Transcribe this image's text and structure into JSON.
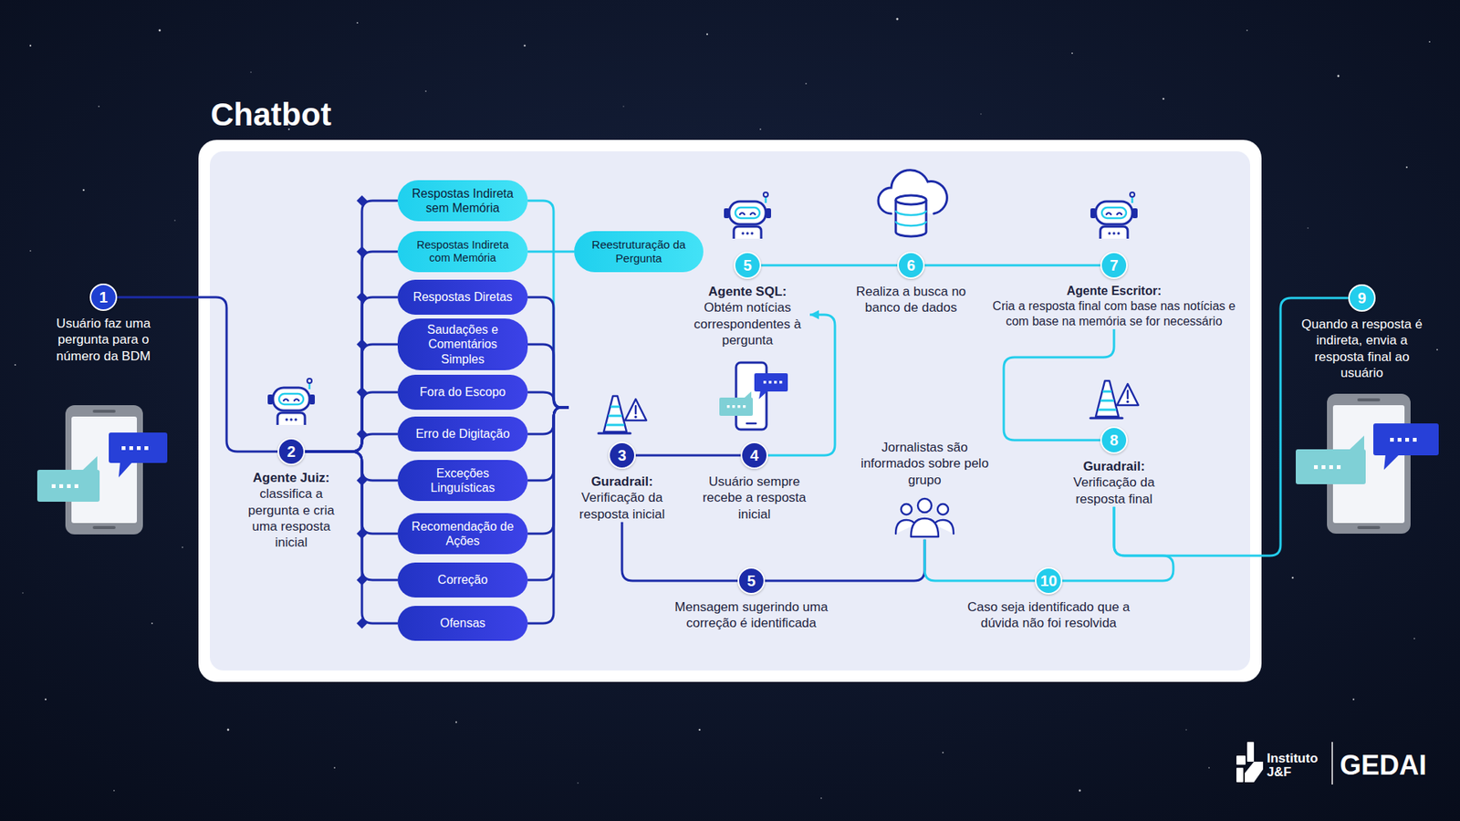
{
  "diagram": {
    "title": "Chatbot",
    "nodes": [
      {
        "text": [
          "1",
          "Usuário faz uma pergunta para o número da BDM"
        ]
      },
      {
        "text": [
          "2",
          "Agente Juiz:",
          "classifica a pergunta e cria uma resposta inicial"
        ]
      },
      {
        "text": [
          "Respostas Indireta sem Memória"
        ]
      },
      {
        "text": [
          "Respostas Indireta com Memória"
        ]
      },
      {
        "text": [
          "Reestruturação da Pergunta"
        ]
      },
      {
        "text": [
          "Respostas Diretas"
        ]
      },
      {
        "text": [
          "Saudações e Comentários Simples"
        ]
      },
      {
        "text": [
          "Fora do Escopo"
        ]
      },
      {
        "text": [
          "Erro de Digitação"
        ]
      },
      {
        "text": [
          "Exceções Linguísticas"
        ]
      },
      {
        "text": [
          "Recomendação de Ações"
        ]
      },
      {
        "text": [
          "Correção"
        ]
      },
      {
        "text": [
          "Ofensas"
        ]
      },
      {
        "text": [
          "3",
          "Guradrail:",
          "Verificação da resposta inicial"
        ]
      },
      {
        "text": [
          "4",
          "Usuário sempre recebe a resposta inicial"
        ]
      },
      {
        "text": [
          "5",
          "Agente SQL:",
          "Obtém notícias correspondentes à pergunta"
        ]
      },
      {
        "text": [
          "6",
          "Realiza a busca no banco de dados"
        ]
      },
      {
        "text": [
          "7",
          "Agente Escritor:",
          "Cria a resposta final com base nas notícias e com base na memória se for necessário"
        ]
      },
      {
        "text": [
          "8",
          "Guradrail:",
          "Verificação da resposta final"
        ]
      },
      {
        "text": [
          "9",
          "Quando a resposta é indireta, envia a resposta final ao usuário"
        ]
      },
      {
        "text": [
          "5",
          "Mensagem sugerindo uma correção é identificada"
        ]
      },
      {
        "text": [
          "Jornalistas são informados sobre pelo grupo"
        ]
      },
      {
        "text": [
          "10",
          "Caso seja identificado que a dúvida não foi resolvida"
        ]
      }
    ],
    "edges": [
      {
        "from": 0,
        "to": 1,
        "arrow": "none"
      },
      {
        "from": 1,
        "to": 2,
        "arrow": "none"
      },
      {
        "from": 1,
        "to": 3,
        "arrow": "none"
      },
      {
        "from": 1,
        "to": 5,
        "arrow": "none"
      },
      {
        "from": 1,
        "to": 6,
        "arrow": "none"
      },
      {
        "from": 1,
        "to": 7,
        "arrow": "none"
      },
      {
        "from": 1,
        "to": 8,
        "arrow": "none"
      },
      {
        "from": 1,
        "to": 9,
        "arrow": "none"
      },
      {
        "from": 1,
        "to": 10,
        "arrow": "none"
      },
      {
        "from": 1,
        "to": 11,
        "arrow": "none"
      },
      {
        "from": 1,
        "to": 12,
        "arrow": "none"
      },
      {
        "from": 3,
        "to": 4,
        "arrow": "none"
      },
      {
        "from": 2,
        "to": 13,
        "arrow": "none"
      },
      {
        "from": 5,
        "to": 13,
        "arrow": "none"
      },
      {
        "from": 6,
        "to": 13,
        "arrow": "none"
      },
      {
        "from": 7,
        "to": 13,
        "arrow": "none"
      },
      {
        "from": 8,
        "to": 13,
        "arrow": "none"
      },
      {
        "from": 9,
        "to": 13,
        "arrow": "none"
      },
      {
        "from": 10,
        "to": 13,
        "arrow": "none"
      },
      {
        "from": 11,
        "to": 13,
        "arrow": "none"
      },
      {
        "from": 12,
        "to": 13,
        "arrow": "none"
      },
      {
        "from": 13,
        "to": 14,
        "arrow": "none"
      },
      {
        "from": 14,
        "to": 15,
        "arrow": "to"
      },
      {
        "from": 15,
        "to": 16,
        "arrow": "none"
      },
      {
        "from": 16,
        "to": 17,
        "arrow": "none"
      },
      {
        "from": 17,
        "to": 18,
        "arrow": "none"
      },
      {
        "from": 18,
        "to": 19,
        "arrow": "none"
      },
      {
        "from": 13,
        "to": 20,
        "arrow": "none"
      },
      {
        "from": 20,
        "to": 21,
        "arrow": "none"
      },
      {
        "from": 18,
        "to": 22,
        "arrow": "none"
      },
      {
        "from": 22,
        "to": 21,
        "arrow": "none"
      }
    ],
    "labels": [
      "Instituto J&F",
      "GEDAI"
    ]
  }
}
